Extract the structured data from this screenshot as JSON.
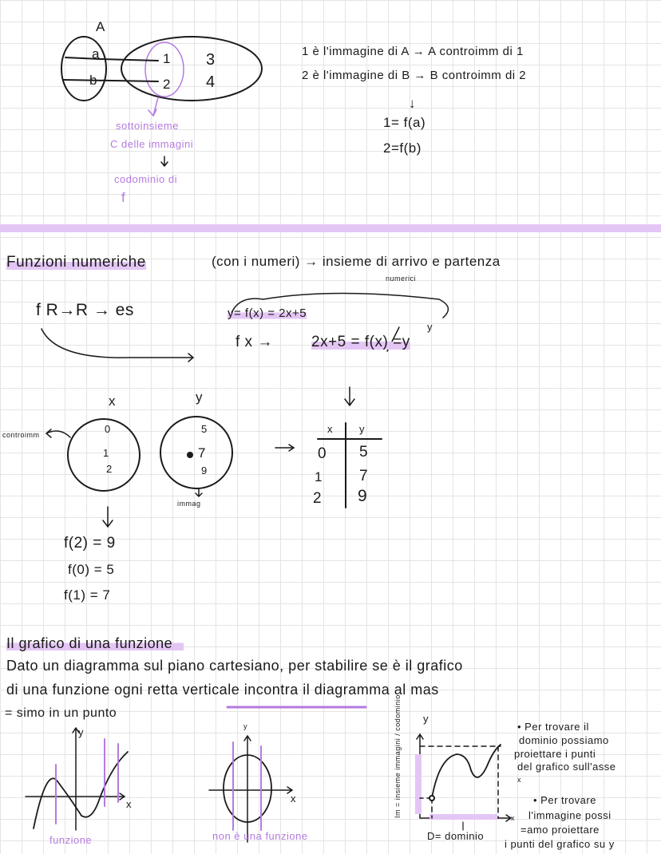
{
  "section1": {
    "set_a_label": "A",
    "set_a_items": [
      "a",
      "b"
    ],
    "set_b_items": [
      "1",
      "2",
      "3",
      "4"
    ],
    "note_subset": "sottoinsieme",
    "note_images": "C delle immagini",
    "note_codomain": "codominio di",
    "note_f": "f",
    "line1": "1 è l'immagine di A → A controimm di 1",
    "line2": "2 è l'immagine di B → B controimm di 2",
    "arrow": "↓",
    "eq1": "1= f(a)",
    "eq2": "2=f(b)"
  },
  "section2": {
    "title": "Funzioni numeriche",
    "title_rest": "(con i numeri) → insieme di arrivo e partenza",
    "title_sub": "numerici",
    "line1_prefix": "f  R→R  → es",
    "line1_eq": "y= f(x) = 2x+5",
    "line2_prefix": "f  x →",
    "line2_eq": "2x+5 = f(x) =y",
    "line2_sup": "y",
    "x_label": "x",
    "y_label": "y",
    "controimm_label": "controimm",
    "domain_values": [
      "0",
      "1",
      "2"
    ],
    "image_values": [
      "5",
      "7",
      "9"
    ],
    "image_label": "immag",
    "table_header": [
      "x",
      "y"
    ],
    "table_rows": [
      [
        "0",
        "5"
      ],
      [
        "1",
        "7"
      ],
      [
        "2",
        "9"
      ]
    ],
    "evaluations": [
      "f(2) = 9",
      "f(0) = 5",
      "f(1) = 7"
    ]
  },
  "section3": {
    "title": "Il grafico di una funzione",
    "para1": "Dato un diagramma sul piano cartesiano, per stabilire se è il grafico",
    "para2_a": "di una funzione ogni",
    "para2_u": "retta verticale",
    "para2_b": "incontra il diagramma al mas",
    "para3": "= simo in un punto",
    "graph1_caption": "funzione",
    "graph2_caption": "non è una funzione",
    "axis_x": "x",
    "axis_y": "y",
    "graph3_y_note": "Im = insieme immagini / codominio",
    "graph3_caption": "D= dominio",
    "note1": [
      "• Per trovare il",
      "dominio possiamo",
      "proiettare i punti",
      "del grafico sull'asse",
      "x"
    ],
    "note2": [
      "• Per trovare",
      "l'immagine possi",
      "=amo proiettare",
      "i punti del grafico su y"
    ]
  }
}
